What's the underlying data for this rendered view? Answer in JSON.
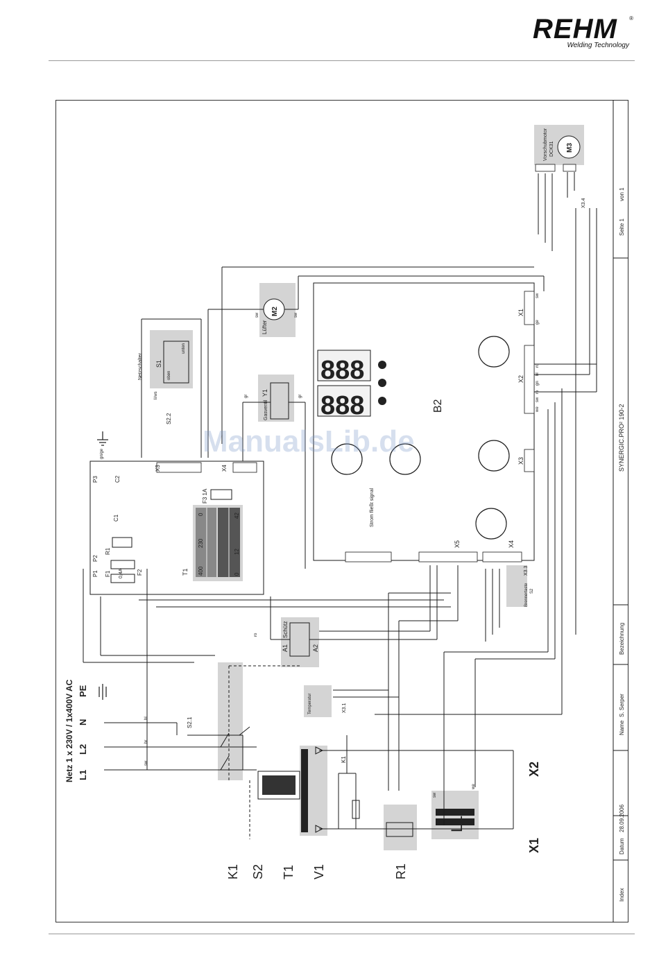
{
  "header": {
    "brand": "REHM",
    "registered": "®",
    "tagline": "Welding Technology"
  },
  "watermark": "ManualsLib.de",
  "title_block": {
    "index_label": "Index",
    "datum_label": "Datum",
    "datum_value": "28.09.2006",
    "name_label": "Name",
    "name_value": "S. Serper",
    "bezeichnung_label": "Bezeichnung",
    "product": "SYNERGIC.PRO² 190-2",
    "seite_label": "Seite 1",
    "von_label": "von 1"
  },
  "supply": {
    "title": "Netz 1 x 230V / 1x400V AC",
    "lines": [
      "L1",
      "L2",
      "N",
      "PE"
    ]
  },
  "legend": [
    "K1",
    "S2",
    "T1",
    "V1",
    "R1"
  ],
  "outputs": [
    "X1",
    "X2"
  ],
  "components": {
    "motor_m3": "M3",
    "motor_m3_label": "Vorschubmotor",
    "motor_m3_type": "DCK31",
    "fan_m2": "M2",
    "fan_label": "Lüfter",
    "gas_valve": "Y1",
    "gas_label": "Gasventil",
    "main_switch": "S1",
    "main_switch_label": "Netzschalter",
    "switch_oben": "oben",
    "switch_unten": "unten",
    "contactor": "Schütz",
    "contactor_a1": "A1",
    "contactor_a2": "A2",
    "temp_label": "Temperatur",
    "torch_label": "Brennertaste",
    "torch_s2": "S2",
    "board": "B2",
    "inductor": "L1",
    "display": "888",
    "current_signal": "Strom fließt signal",
    "transformer_t1": "T1",
    "fuse_f3": "F3 1A",
    "fuse_f1": "F1",
    "fuse_f2": "F2",
    "fuse_value": "0,4A",
    "s22": "S2.2",
    "s21": "S2.1",
    "k1": "K1",
    "r1": "R1",
    "c1": "C1",
    "c2": "C2",
    "p1": "P1",
    "p2": "P2",
    "p3": "P3"
  },
  "connectors": {
    "x1": "X1",
    "x2": "X2",
    "x3": "X3",
    "x4": "X4",
    "x5": "X5",
    "x31": "X3.1",
    "x33": "X3.3",
    "x34": "X3.4"
  },
  "taps": {
    "t400": "400",
    "t230": "230",
    "t0": "0",
    "t12": "12",
    "t42": "42",
    "t0b": "0"
  },
  "wire_colors": {
    "sw": "sw",
    "bl": "bl",
    "br": "br",
    "ro": "ro",
    "gr": "gr",
    "ws": "ws",
    "gn": "gn",
    "ge": "ge",
    "we": "we",
    "gngn": "gn/ge",
    "liws": "li/ws"
  },
  "colors": {
    "line": "#1a1a1a",
    "panel": "#d9d9d9",
    "panel_dark": "#555555",
    "shade": "#cccccc"
  }
}
